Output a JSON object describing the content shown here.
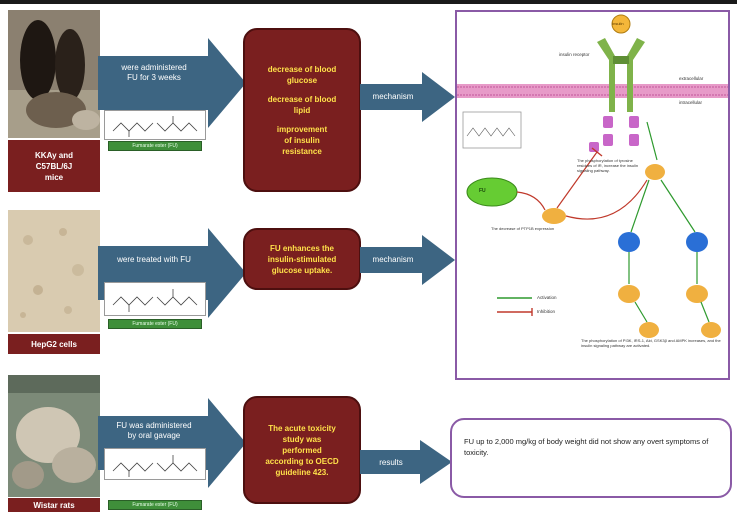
{
  "rows": [
    {
      "caption": "KKAy and\nC57BL/6J\nmice",
      "arrow_text": "were administered\nFU for 3 weeks",
      "chem_label": "Fumarate ester (FU)",
      "effects": [
        "decrease of blood\nglucose",
        "decrease of blood\nlipid",
        "improvement\nof insulin\nresistance"
      ],
      "link_label": "mechanism"
    },
    {
      "caption": "HepG2 cells",
      "arrow_text": "were treated with FU",
      "chem_label": "Fumarate ester (FU)",
      "effects": [
        "FU enhances the\ninsulin-stimulated\nglucose uptake."
      ],
      "link_label": "mechanism"
    },
    {
      "caption": "Wistar rats",
      "arrow_text": "FU was administered\nby oral gavage",
      "chem_label": "Fumarate ester (FU)",
      "effects": [
        "The acute toxicity\nstudy was\nperformed\naccording to OECD\nguideline 423."
      ],
      "link_label": "results"
    }
  ],
  "pathway": {
    "receptor_label": "insulin receptor",
    "extracellular": "extracellular",
    "intracellular": "intracellular",
    "fu_label": "FU",
    "insulin_label": "Insulin",
    "note_top": "The phosphorylation of tyrosine residues of IR, increase the insulin signaling pathway.",
    "note_mid": "The decrease of PTP1B expression",
    "note_bottom": "The phosphorylation of PI3K, IRS-1, Akt, GSK3β and AMPK increases, and the insulin signaling pathway are activated.",
    "legend_activation": "Activation",
    "legend_inhibition": "Inhibition"
  },
  "result_text": "FU up to 2,000 mg/kg of body weight did not show any overt symptoms of toxicity.",
  "colors": {
    "box": "#7a1f1f",
    "box_text": "#ffe14a",
    "arrow": "#3d6582",
    "panel_border": "#8a5aa6",
    "chem_label": "#3f8f3a"
  }
}
